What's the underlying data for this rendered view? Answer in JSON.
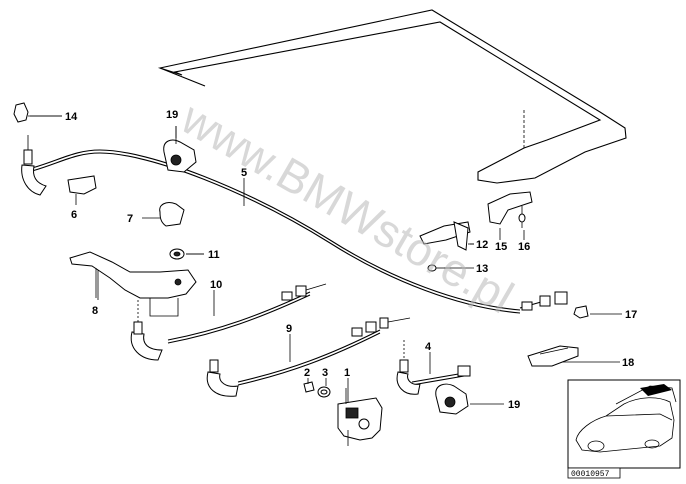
{
  "diagram": {
    "watermark": "www.BMWstore.pl",
    "reference_code": "00010957",
    "callouts": [
      "1",
      "2",
      "3",
      "4",
      "5",
      "6",
      "7",
      "8",
      "9",
      "10",
      "11",
      "12",
      "13",
      "14",
      "15",
      "16",
      "17",
      "18",
      "19",
      "19"
    ]
  }
}
